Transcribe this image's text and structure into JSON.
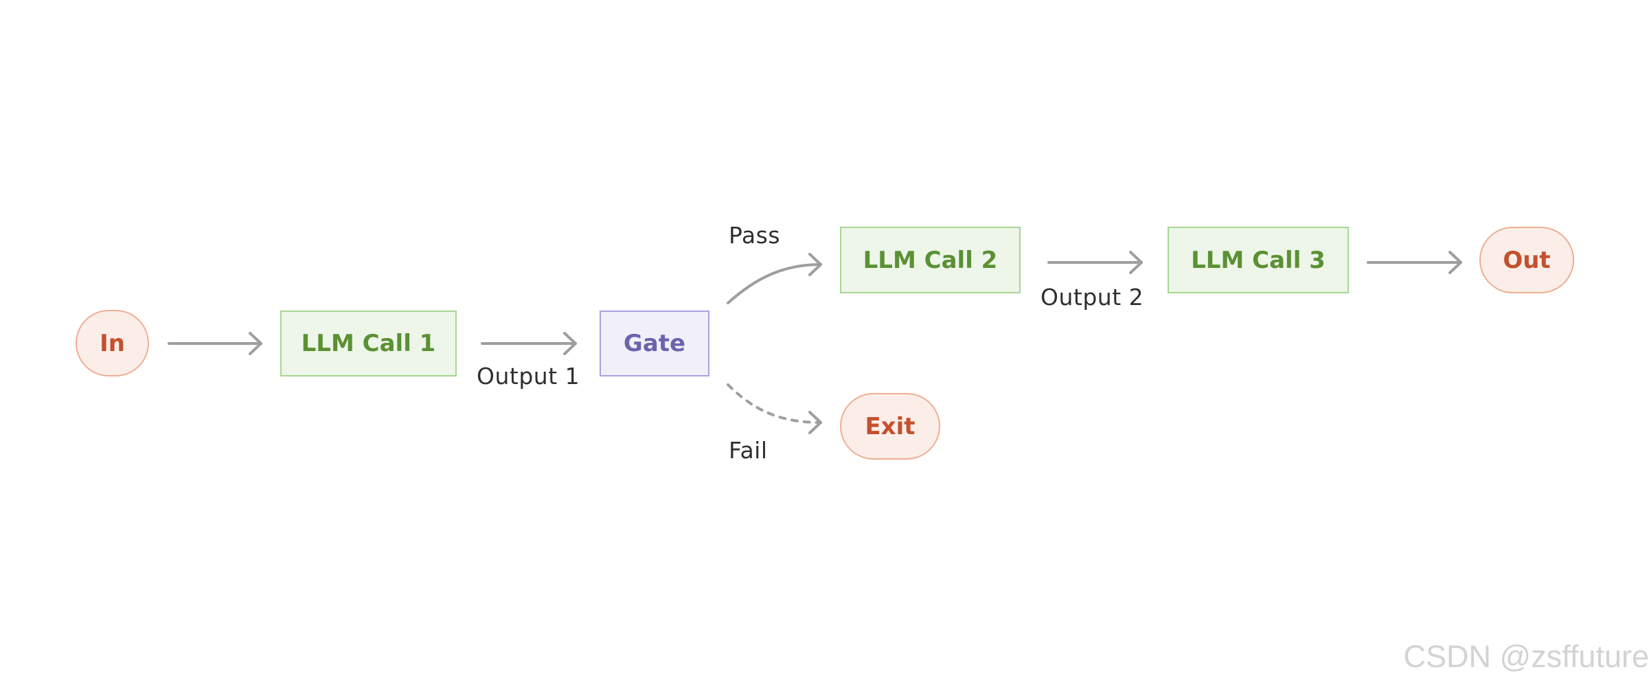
{
  "nodes": {
    "input": "In",
    "llm_call_1": "LLM Call 1",
    "gate": "Gate",
    "llm_call_2": "LLM Call 2",
    "llm_call_3": "LLM Call 3",
    "output": "Out",
    "exit": "Exit"
  },
  "edge_labels": {
    "output_1": "Output 1",
    "pass": "Pass",
    "fail": "Fail",
    "output_2": "Output 2"
  },
  "watermark": "CSDN @zsffuture",
  "colors": {
    "terminal_fill": "#fbeee9",
    "terminal_border": "#f0ae91",
    "terminal_text": "#c4502e",
    "llm_fill": "#eef5e9",
    "llm_border": "#a8d693",
    "llm_text": "#5a9133",
    "gate_fill": "#f1f0f8",
    "gate_border": "#a9a2df",
    "gate_text": "#6b63ad",
    "arrow": "#9e9e9e"
  }
}
